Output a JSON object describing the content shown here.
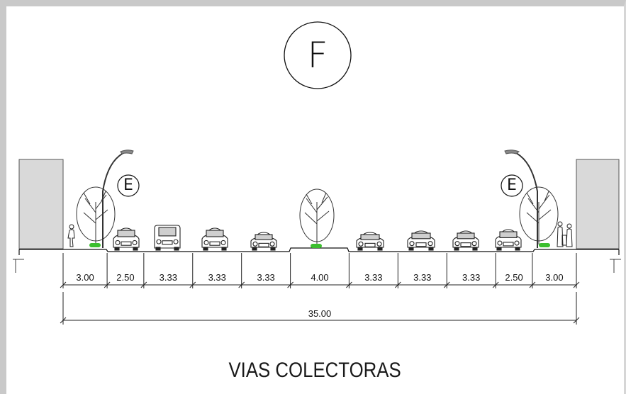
{
  "section_letter": "F",
  "element_tag": "E",
  "title": "VIAS COLECTORAS",
  "segments": [
    {
      "label": "3.00",
      "width": 3.0
    },
    {
      "label": "2.50",
      "width": 2.5
    },
    {
      "label": "3.33",
      "width": 3.33
    },
    {
      "label": "3.33",
      "width": 3.33
    },
    {
      "label": "3.33",
      "width": 3.33
    },
    {
      "label": "4.00",
      "width": 4.0
    },
    {
      "label": "3.33",
      "width": 3.33
    },
    {
      "label": "3.33",
      "width": 3.33
    },
    {
      "label": "3.33",
      "width": 3.33
    },
    {
      "label": "2.50",
      "width": 2.5
    },
    {
      "label": "3.00",
      "width": 3.0
    }
  ],
  "total": "35.00",
  "colors": {
    "line": "#111111",
    "building": "#d9d9d9",
    "planting": "#3bbf2e",
    "frame": "#c9c9c9"
  }
}
